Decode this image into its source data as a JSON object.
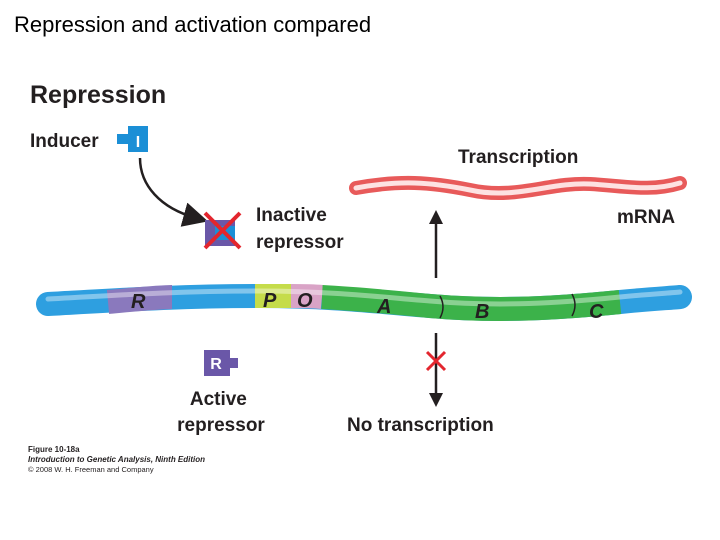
{
  "slide": {
    "title": "Repression and activation compared"
  },
  "figure": {
    "heading": "Repression",
    "inducer_label": "Inducer",
    "inducer_symbol": "I",
    "inactive_repressor_label": [
      "Inactive",
      "repressor"
    ],
    "transcription_label": "Transcription",
    "mrna_label": "mRNA",
    "dna_regions": [
      "R",
      "P",
      "O",
      "A",
      "B",
      "C"
    ],
    "active_repressor_symbol": "R",
    "active_repressor_label": [
      "Active",
      "repressor"
    ],
    "no_transcription_label": "No transcription",
    "colors": {
      "dna_blue": "#2e9fe0",
      "region_R": "#8a79bd",
      "region_P": "#c5dc4a",
      "region_O": "#d9a3c6",
      "genes_green": "#3cb24a",
      "mrna": "#f06a6a",
      "repressor": "#6a57a8",
      "inducer": "#1b8fd6",
      "cross_red": "#e3262e"
    }
  },
  "caption": {
    "figure_number": "Figure 10-18a",
    "book": "Introduction to Genetic Analysis, Ninth Edition",
    "copyright": "© 2008 W. H. Freeman and Company"
  }
}
